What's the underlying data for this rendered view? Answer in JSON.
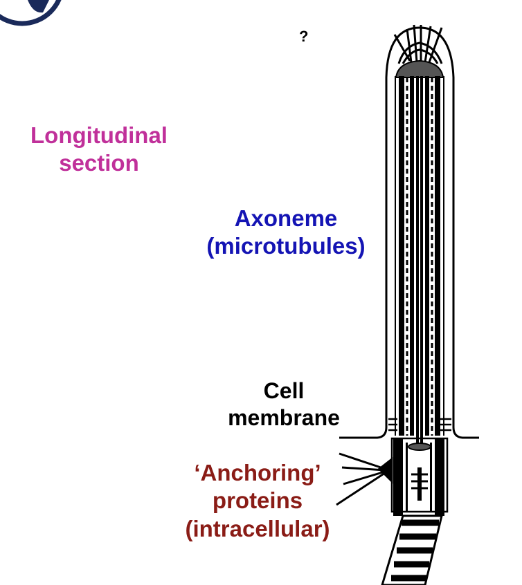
{
  "labels": {
    "question": "?",
    "section_line1": "Longitudinal",
    "section_line2": "section",
    "axoneme_line1": "Axoneme",
    "axoneme_line2": "(microtubules)",
    "membrane_line1": "Cell",
    "membrane_line2": "membrane",
    "anchoring_line1": "‘Anchoring’",
    "anchoring_line2": "proteins",
    "anchoring_line3": "(intracellular)"
  },
  "colors": {
    "section": "#c0309a",
    "axoneme": "#1414b4",
    "anchoring": "#8a1c16",
    "structure": "#000000"
  },
  "icons": [
    "logo-icon"
  ]
}
